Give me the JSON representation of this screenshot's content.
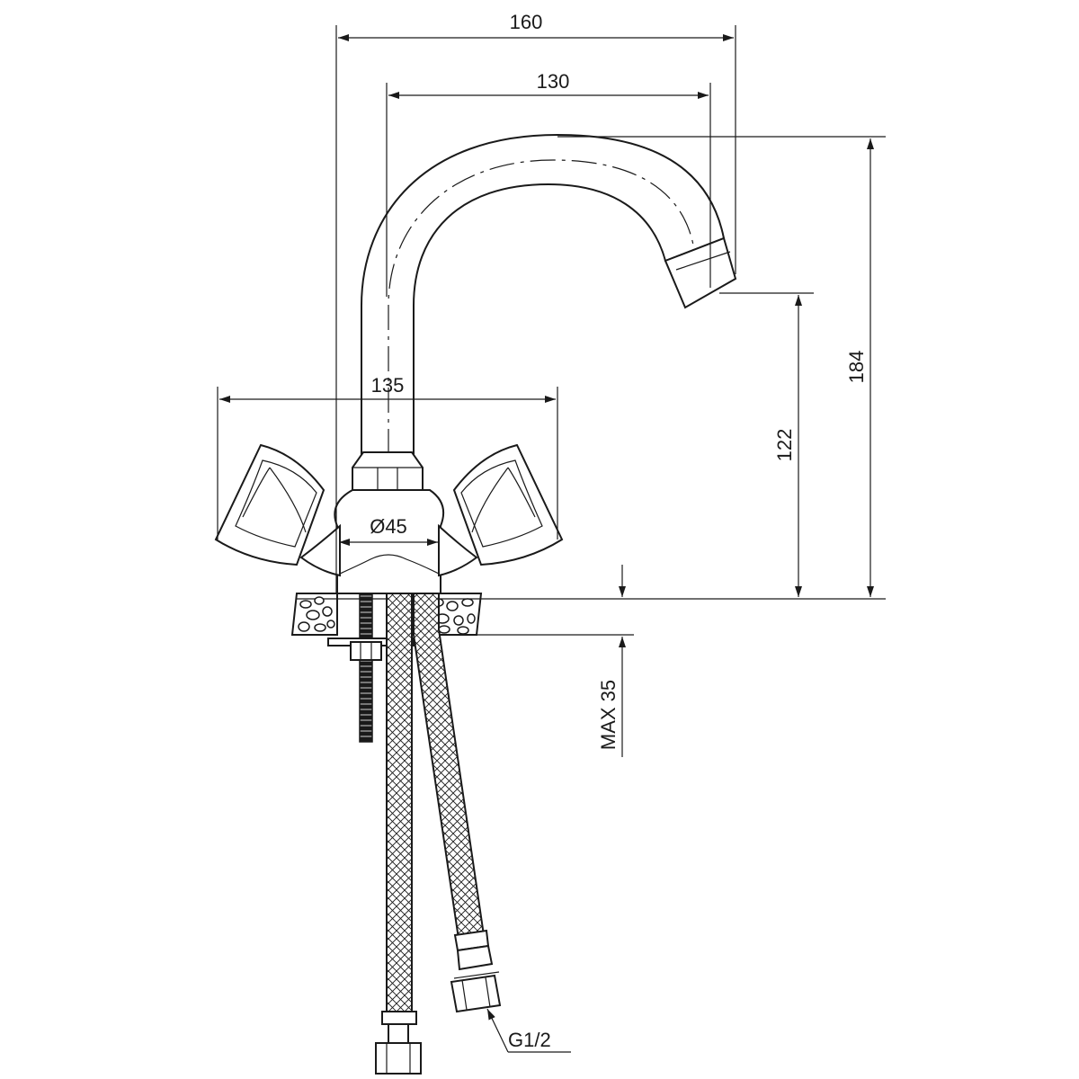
{
  "dimensions": {
    "spout_reach": "160",
    "spout_center_reach": "130",
    "handle_span": "135",
    "base_diameter": "Ø45",
    "outlet_height": "122",
    "total_height": "184",
    "max_countertop_thickness": "MAX 35",
    "connection_thread": "G1/2"
  }
}
